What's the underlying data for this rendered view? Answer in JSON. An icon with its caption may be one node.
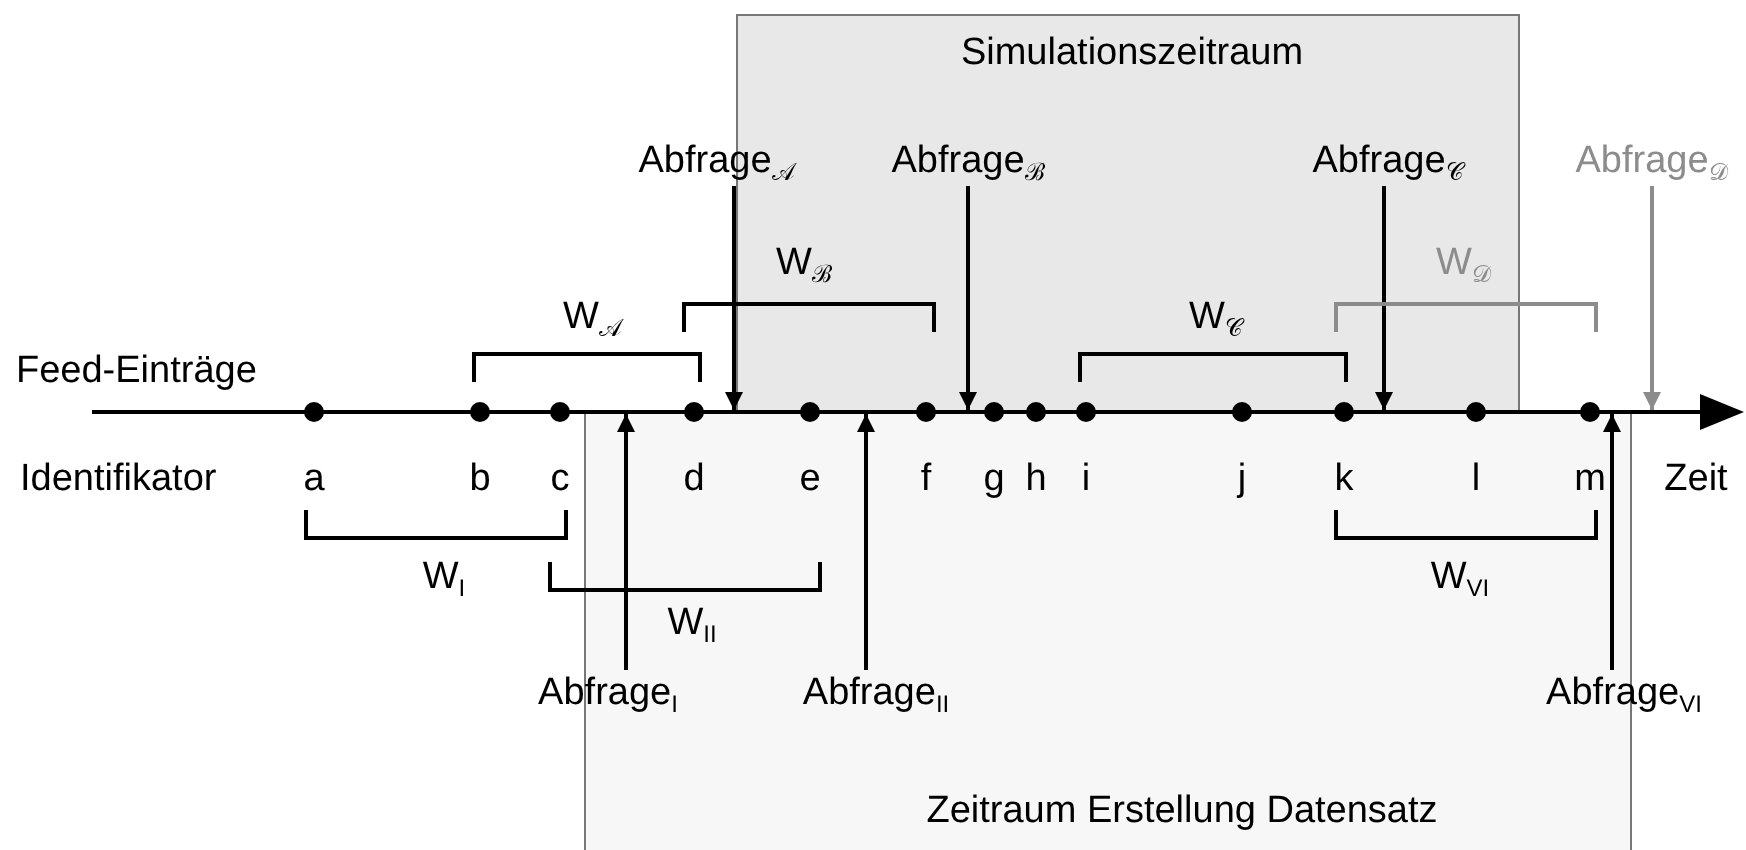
{
  "diagram": {
    "nodes": [
      {
        "text": [
          "Simulationszeitraum"
        ]
      },
      {
        "text": [
          "Zeitraum Erstellung Datensatz"
        ]
      },
      {
        "text": [
          "Abfrage$_{𝒜}$"
        ]
      },
      {
        "text": [
          "Abfrage$_{ℬ}$"
        ],
        "in": 0
      },
      {
        "text": [
          "Abfrage$_{𝒞}$"
        ],
        "in": 0
      },
      {
        "text": [
          "Abfrage$_{𝒟}$"
        ]
      },
      {
        "text": [
          "Abfrage$_{I}$"
        ]
      },
      {
        "text": [
          "Abfrage$_{II}$"
        ],
        "in": 1
      },
      {
        "text": [
          "Abfrage$_{VI}$"
        ]
      },
      {
        "text": [],
        "shape": "line"
      }
    ],
    "edges": [
      {
        "from": 2,
        "to": 9,
        "arrow": "to"
      },
      {
        "from": 3,
        "to": 9,
        "arrow": "to"
      },
      {
        "from": 4,
        "to": 9,
        "arrow": "to"
      },
      {
        "from": 5,
        "to": 9,
        "arrow": "to",
        "color": "#8c8c8c"
      },
      {
        "from": 6,
        "to": 9,
        "arrow": "to"
      },
      {
        "from": 7,
        "to": 9,
        "arrow": "to"
      },
      {
        "from": 8,
        "to": 9,
        "arrow": "to"
      }
    ],
    "labels": [
      "W$_{ℬ}$",
      "W$_{𝒟}$",
      "W$_{𝒜}$",
      "W$_{𝒞}$",
      "Feed-Einträge",
      "Identifikator",
      "a",
      "b",
      "c",
      "d",
      "e",
      "f",
      "g",
      "h",
      "i",
      "j",
      "k",
      "l",
      "m",
      "Zeit",
      "W$_{I}$",
      "W$_{II}$",
      "W$_{VI}$"
    ]
  }
}
